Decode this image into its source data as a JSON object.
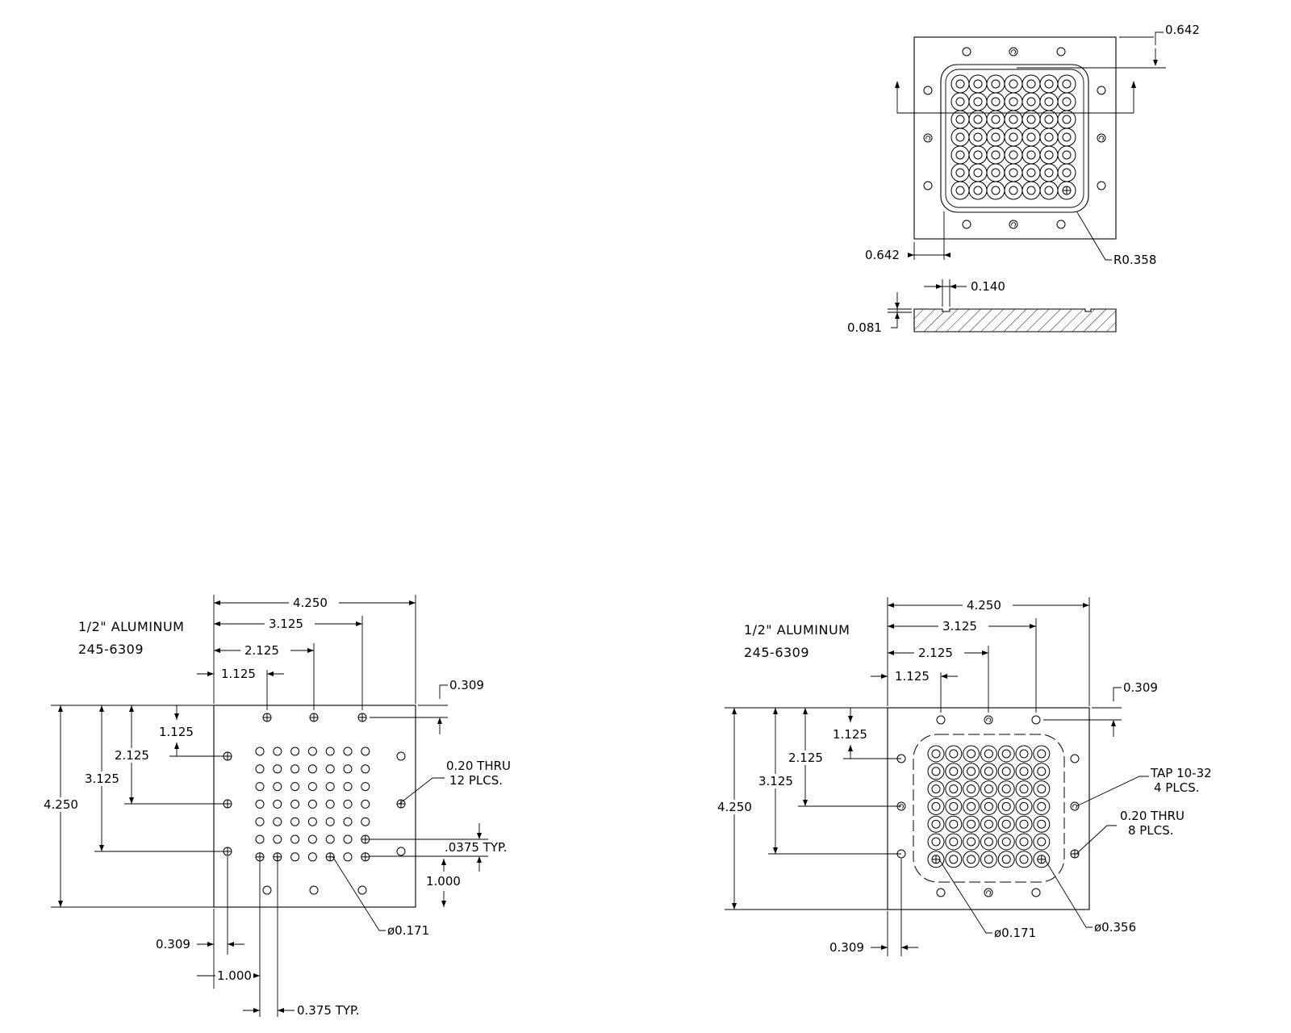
{
  "top_view": {
    "dim_top_offset": "0.642",
    "dim_left_offset": "0.642",
    "corner_radius": "R0.358",
    "groove_width": "0.140",
    "groove_depth": "0.081"
  },
  "bottom_left_view": {
    "material": "1/2\" ALUMINUM",
    "part_number": "245-6309",
    "dims_horizontal": [
      "4.250",
      "3.125",
      "2.125",
      "1.125"
    ],
    "dims_vertical": [
      "1.125",
      "2.125",
      "3.125",
      "4.250"
    ],
    "edge_offset_top": "0.309",
    "edge_offset_bottom": "0.309",
    "spacing_1000_h": "1.000",
    "spacing_1000_v": "1.000",
    "pitch": "0.375 TYP.",
    "pitch_v": ".0375 TYP.",
    "thru_note_line1": "0.20 THRU",
    "thru_note_line2": "12 PLCS.",
    "hole_dia": "ø0.171"
  },
  "bottom_right_view": {
    "material": "1/2\" ALUMINUM",
    "part_number": "245-6309",
    "dims_horizontal": [
      "4.250",
      "3.125",
      "2.125",
      "1.125"
    ],
    "dims_vertical": [
      "1.125",
      "2.125",
      "3.125",
      "4.250"
    ],
    "edge_offset_top": "0.309",
    "edge_offset_bottom": "0.309",
    "tap_note_line1": "TAP 10-32",
    "tap_note_line2": "4 PLCS.",
    "thru_note_line1": "0.20 THRU",
    "thru_note_line2": "8 PLCS.",
    "hole_dia": "ø0.171",
    "counterbore_dia": "ø0.356"
  }
}
